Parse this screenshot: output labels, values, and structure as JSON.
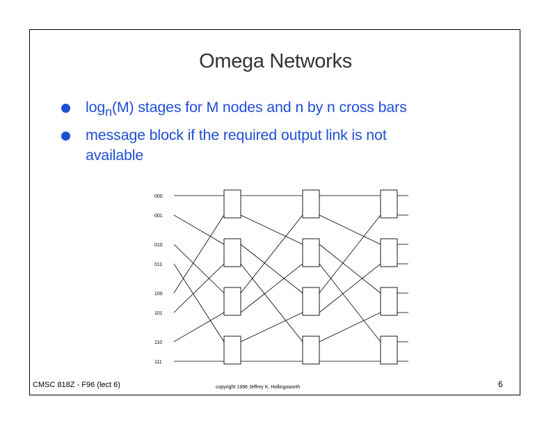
{
  "slide": {
    "title": "Omega Networks",
    "bullets": [
      {
        "pre": "log",
        "sub": "n",
        "post": "(M) stages for M nodes and n by n cross bars"
      },
      {
        "pre": "message block if the required output link is not",
        "sub": "",
        "post": "available"
      }
    ]
  },
  "diagram": {
    "inputs": [
      "000",
      "001",
      "010",
      "011",
      "100",
      "101",
      "110",
      "111"
    ],
    "stages": 3,
    "switches_per_stage": 4
  },
  "footer": {
    "course": "CMSC 818Z - F96  (lect 6)",
    "copyright": "copyright 1996  Jeffrey K. Hollingsworth",
    "page": "6"
  }
}
